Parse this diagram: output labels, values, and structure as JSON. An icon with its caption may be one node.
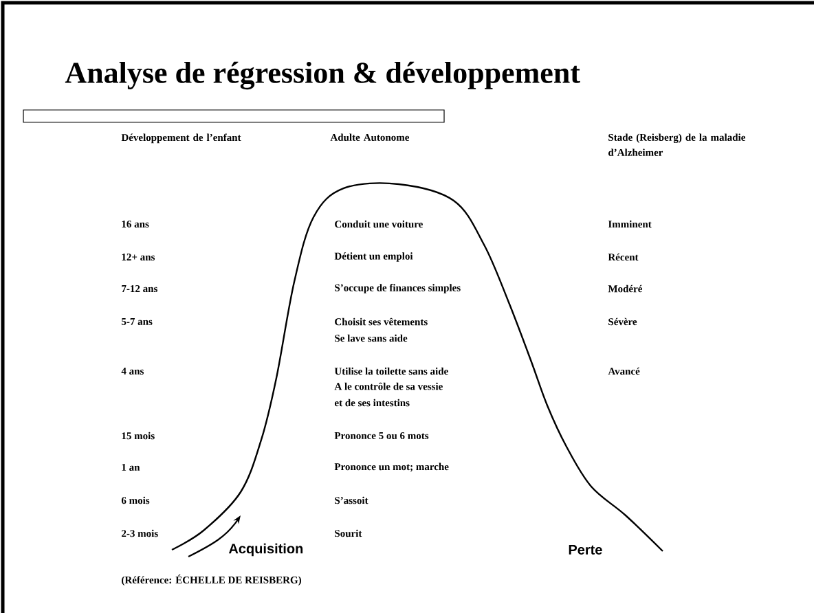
{
  "diagram": {
    "title": "Analyse de régression & développement",
    "labels": [
      "Développement de l’enfant",
      "Adulte Autonome",
      "Stade (Reisberg) de la maladie d’Alzheimer",
      "16 ans",
      "Conduit une voiture",
      "Imminent",
      "12+ ans",
      "Détient un emploi",
      "Récent",
      "7-12 ans",
      "S’occupe de finances simples",
      "Modéré",
      "5-7 ans",
      "Choisit ses vêtements",
      "Sévère",
      "Se lave sans aide",
      "4 ans",
      "Utilise la toilette sans aide",
      "Avancé",
      "A le contrôle de sa vessie",
      "et de ses intestins",
      "15 mois",
      "Prononce 5 ou 6 mots",
      "1 an",
      "Prononce un mot; marche",
      "6 mois",
      "S’assoit",
      "2-3 mois",
      "Sourit",
      "Acquisition",
      "Perte",
      "(Référence: ÉCHELLE DE REISBERG)"
    ]
  }
}
